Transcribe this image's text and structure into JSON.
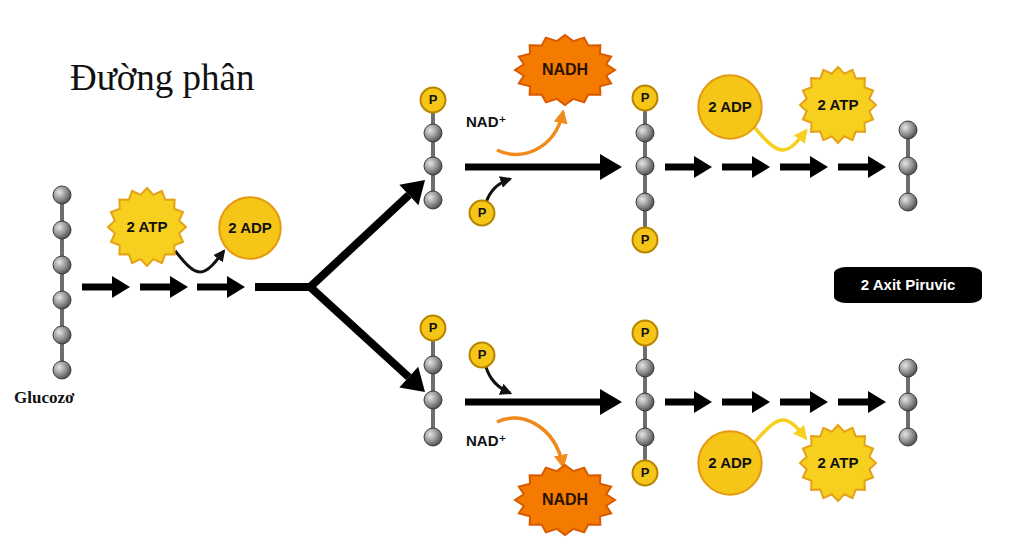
{
  "diagram": {
    "title": "Đường phân",
    "nodes": [
      {
        "text": [
          "2 ATP"
        ]
      },
      {
        "text": [
          "2 ADP"
        ]
      },
      {
        "text": [
          "P"
        ]
      },
      {
        "text": [
          "NADH"
        ]
      },
      {
        "text": [
          "P"
        ]
      },
      {
        "text": [
          "P"
        ]
      },
      {
        "text": [
          "P"
        ]
      },
      {
        "text": [
          "2 ADP"
        ]
      },
      {
        "text": [
          "2 ATP"
        ]
      },
      {
        "text": [
          "2 Axit Piruvic"
        ]
      },
      {
        "text": [
          "P"
        ]
      },
      {
        "text": [
          "P"
        ]
      },
      {
        "text": [
          "NADH"
        ]
      },
      {
        "text": [
          "P"
        ]
      },
      {
        "text": [
          "P"
        ]
      },
      {
        "text": [
          "2 ADP"
        ]
      },
      {
        "text": [
          "2 ATP"
        ]
      }
    ],
    "edges": [
      {
        "from": 0,
        "to": 1,
        "arrow": "to"
      },
      {
        "from": 7,
        "to": 8,
        "arrow": "to"
      },
      {
        "from": 15,
        "to": 16,
        "arrow": "to"
      }
    ],
    "labels": [
      "Glucozơ",
      "NAD⁺",
      "NAD⁺"
    ]
  }
}
